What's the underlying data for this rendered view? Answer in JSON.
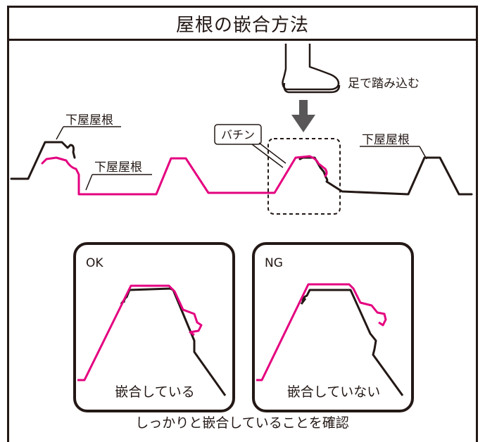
{
  "title": "屋根の嵌合方法",
  "labels": {
    "step_on": "足で踏み込む",
    "lower_roof_left": "下屋屋根",
    "lower_roof_middle": "下屋屋根",
    "lower_roof_right": "下屋屋根",
    "snap": "バチン"
  },
  "panels": {
    "ok": {
      "status": "OK",
      "caption": "嵌合している"
    },
    "ng": {
      "status": "NG",
      "caption": "嵌合していない"
    }
  },
  "footer": "しっかりと嵌合していることを確認",
  "colors": {
    "line": "#231815",
    "roof_magenta": "#e4007f",
    "arrow": "#595757",
    "shoe": "#ffffff"
  },
  "icons": {
    "foot": "shoe-foot-icon",
    "arrow": "down-arrow-icon"
  }
}
